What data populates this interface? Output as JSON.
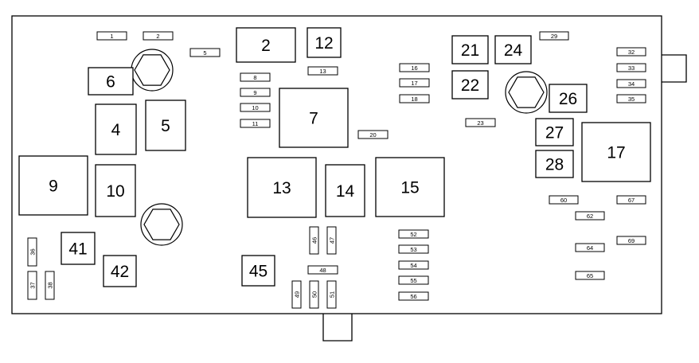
{
  "relays": [
    {
      "id": "r2",
      "label": "2"
    },
    {
      "id": "r12",
      "label": "12"
    },
    {
      "id": "r6",
      "label": "6"
    },
    {
      "id": "r4",
      "label": "4"
    },
    {
      "id": "r5",
      "label": "5"
    },
    {
      "id": "r9",
      "label": "9"
    },
    {
      "id": "r10",
      "label": "10"
    },
    {
      "id": "r7",
      "label": "7"
    },
    {
      "id": "r13",
      "label": "13"
    },
    {
      "id": "r14",
      "label": "14"
    },
    {
      "id": "r15",
      "label": "15"
    },
    {
      "id": "r21",
      "label": "21"
    },
    {
      "id": "r24",
      "label": "24"
    },
    {
      "id": "r22",
      "label": "22"
    },
    {
      "id": "r26",
      "label": "26"
    },
    {
      "id": "r27",
      "label": "27"
    },
    {
      "id": "r28",
      "label": "28"
    },
    {
      "id": "r17",
      "label": "17"
    },
    {
      "id": "r41",
      "label": "41"
    },
    {
      "id": "r42",
      "label": "42"
    },
    {
      "id": "r45",
      "label": "45"
    }
  ],
  "fuses": [
    {
      "id": "f1",
      "label": "1"
    },
    {
      "id": "f2",
      "label": "2"
    },
    {
      "id": "f5",
      "label": "5"
    },
    {
      "id": "f8",
      "label": "8"
    },
    {
      "id": "f9",
      "label": "9"
    },
    {
      "id": "f10",
      "label": "10"
    },
    {
      "id": "f11",
      "label": "11"
    },
    {
      "id": "f13",
      "label": "13"
    },
    {
      "id": "f16",
      "label": "16"
    },
    {
      "id": "f17",
      "label": "17"
    },
    {
      "id": "f18",
      "label": "18"
    },
    {
      "id": "f20",
      "label": "20"
    },
    {
      "id": "f23",
      "label": "23"
    },
    {
      "id": "f29",
      "label": "29"
    },
    {
      "id": "f32",
      "label": "32"
    },
    {
      "id": "f33",
      "label": "33"
    },
    {
      "id": "f34",
      "label": "34"
    },
    {
      "id": "f35",
      "label": "35"
    },
    {
      "id": "f36",
      "label": "36"
    },
    {
      "id": "f37",
      "label": "37"
    },
    {
      "id": "f38",
      "label": "38"
    },
    {
      "id": "f46",
      "label": "46"
    },
    {
      "id": "f47",
      "label": "47"
    },
    {
      "id": "f48",
      "label": "48"
    },
    {
      "id": "f49",
      "label": "49"
    },
    {
      "id": "f50",
      "label": "50"
    },
    {
      "id": "f51",
      "label": "51"
    },
    {
      "id": "f52",
      "label": "52"
    },
    {
      "id": "f53",
      "label": "53"
    },
    {
      "id": "f54",
      "label": "54"
    },
    {
      "id": "f55",
      "label": "55"
    },
    {
      "id": "f56",
      "label": "56"
    },
    {
      "id": "f60",
      "label": "60"
    },
    {
      "id": "f62",
      "label": "62"
    },
    {
      "id": "f64",
      "label": "64"
    },
    {
      "id": "f65",
      "label": "65"
    },
    {
      "id": "f67",
      "label": "67"
    },
    {
      "id": "f69",
      "label": "69"
    }
  ]
}
